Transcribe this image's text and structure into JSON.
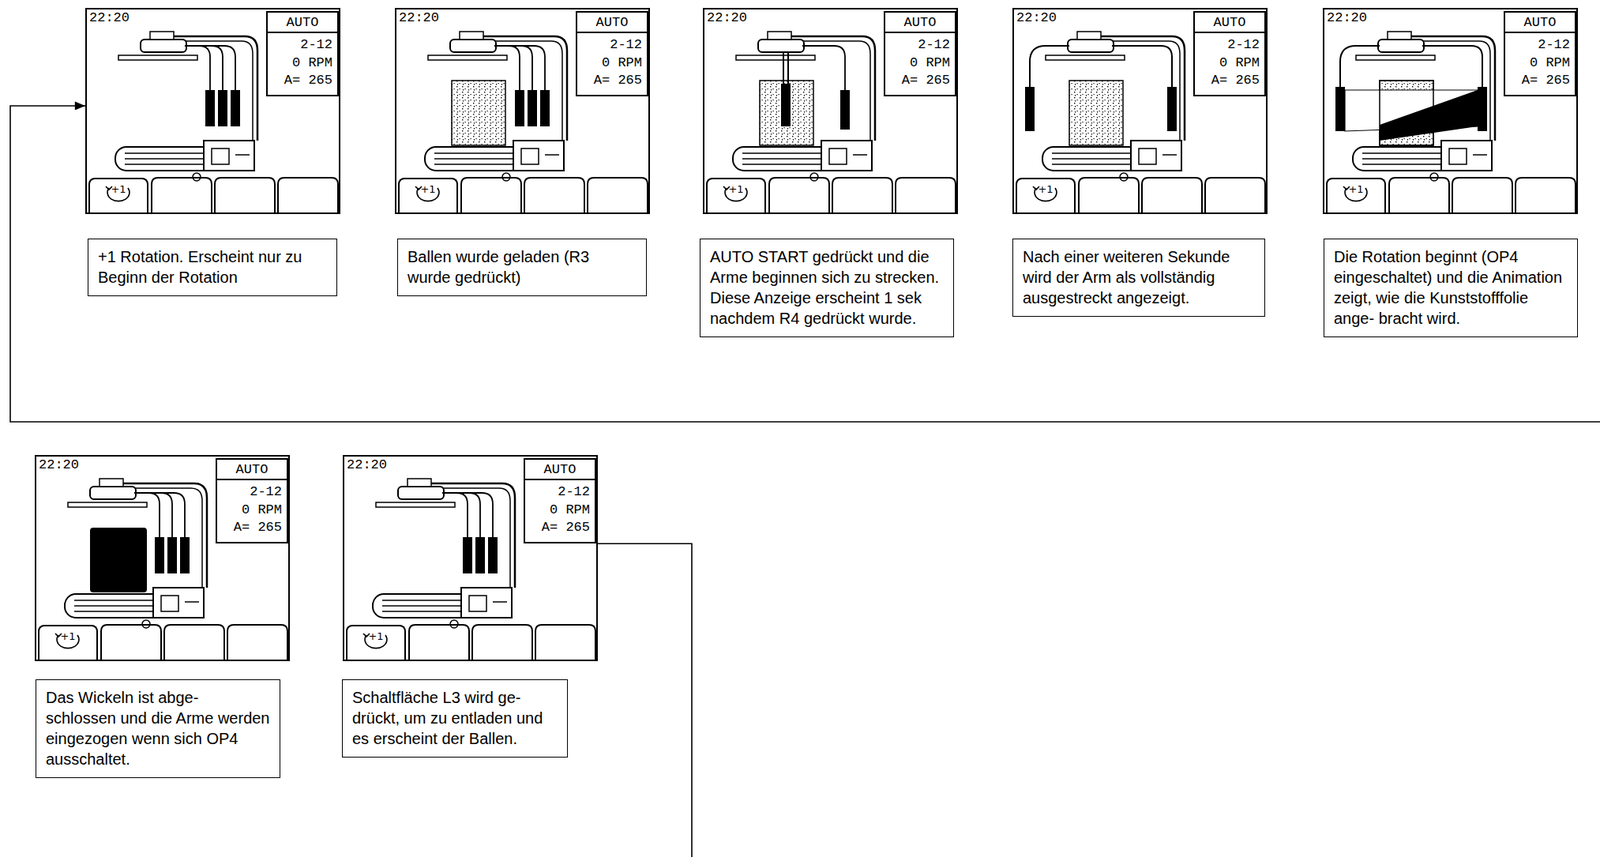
{
  "diagram": {
    "nodes": [
      {
        "text": [
          "22:20"
        ]
      },
      {
        "text": [
          "AUTO",
          "2-12",
          "0 RPM",
          "A= 265"
        ],
        "in": 0
      },
      {
        "text": [
          "+1"
        ],
        "in": 0
      },
      {
        "text": [
          "+1 Rotation. Erscheint nur zu Beginn der Rotation"
        ]
      },
      {
        "text": [
          "22:20"
        ]
      },
      {
        "text": [
          "AUTO",
          "2-12",
          "0 RPM",
          "A= 265"
        ],
        "in": 4
      },
      {
        "text": [
          "+1"
        ],
        "in": 4
      },
      {
        "text": [
          "Ballen wurde geladen (R3 wurde gedrückt)"
        ]
      },
      {
        "text": [
          "22:20"
        ]
      },
      {
        "text": [
          "AUTO",
          "2-12",
          "0 RPM",
          "A= 265"
        ],
        "in": 8
      },
      {
        "text": [
          "+1"
        ],
        "in": 8
      },
      {
        "text": [
          "AUTO START gedrückt und die Arme beginnen sich zu strecken. Diese Anzeige erscheint 1 sek nachdem R4 gedrückt wurde."
        ]
      },
      {
        "text": [
          "22:20"
        ]
      },
      {
        "text": [
          "AUTO",
          "2-12",
          "0 RPM",
          "A= 265"
        ],
        "in": 12
      },
      {
        "text": [
          "+1"
        ],
        "in": 12
      },
      {
        "text": [
          "Nach einer weiteren Sekunde wird der Arm als vollständig ausgestreckt angezeigt."
        ]
      },
      {
        "text": [
          "22:20"
        ]
      },
      {
        "text": [
          "AUTO",
          "2-12",
          "0 RPM",
          "A= 265"
        ],
        "in": 16
      },
      {
        "text": [
          "+1"
        ],
        "in": 16
      },
      {
        "text": [
          "Die Rotation beginnt (OP4 eingeschaltet) und die Animation zeigt, wie die Kunststofffolie ange- bracht wird."
        ]
      },
      {
        "text": [
          "22:20"
        ]
      },
      {
        "text": [
          "AUTO",
          "2-12",
          "0 RPM",
          "A= 265"
        ],
        "in": 20
      },
      {
        "text": [
          "+1"
        ],
        "in": 20
      },
      {
        "text": [
          "Das Wickeln ist abge- schlossen und die Arme werden eingezogen wenn sich OP4 ausschaltet."
        ]
      },
      {
        "text": [
          "22:20"
        ]
      },
      {
        "text": [
          "AUTO",
          "2-12",
          "0 RPM",
          "A= 265"
        ],
        "in": 24
      },
      {
        "text": [
          "+1"
        ],
        "in": 24
      },
      {
        "text": [
          "Schaltfläche L3 wird ge- drückt, um zu entladen und es erscheint der Ballen."
        ]
      }
    ],
    "edges": [
      {
        "from": 24,
        "to": 0,
        "arrow": "to"
      }
    ]
  }
}
